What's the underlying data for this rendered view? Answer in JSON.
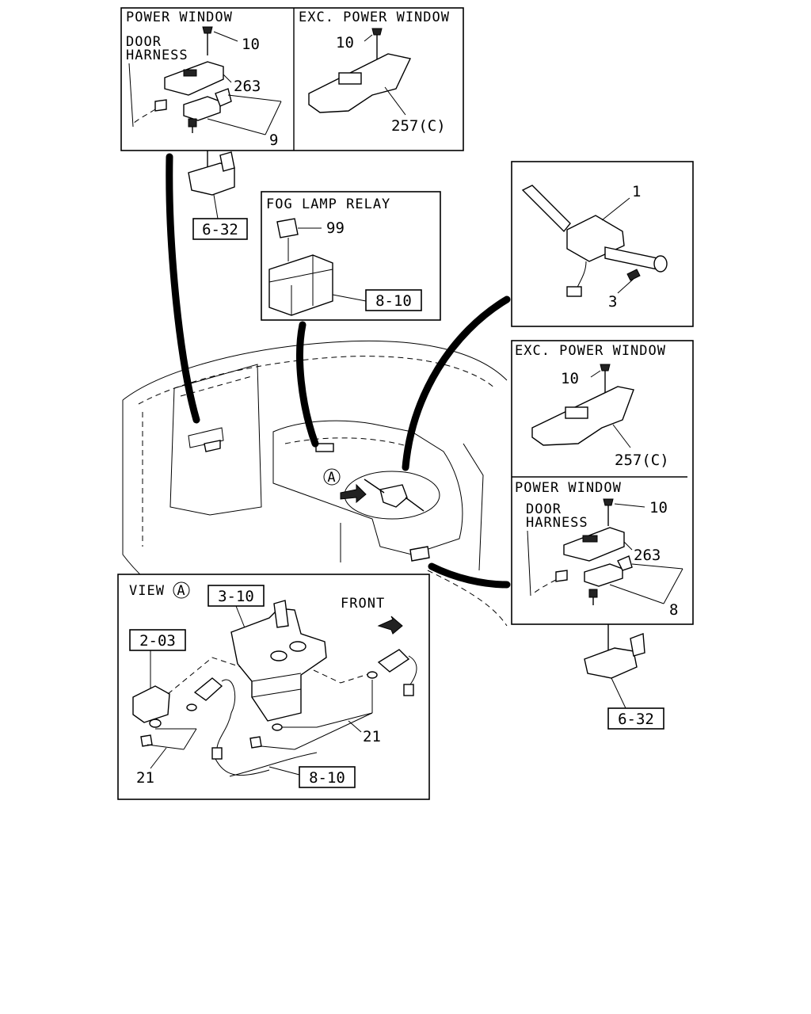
{
  "panels": {
    "top_left": {
      "left_title": "POWER WINDOW",
      "door_label_1": "DOOR",
      "door_label_2": "HARNESS",
      "callout_screw": "10",
      "callout_switch": "263",
      "callout_bracket": "9",
      "right_title": "EXC. POWER WINDOW",
      "right_callout_screw": "10",
      "right_callout_switch": "257(C)"
    },
    "fog_lamp": {
      "title": "FOG LAMP RELAY",
      "callout_relay": "99",
      "ref_box": "8-10"
    },
    "combo_switch": {
      "callout_switch": "1",
      "callout_screw": "3"
    },
    "right_lower": {
      "top_title": "EXC. POWER WINDOW",
      "top_callout_screw": "10",
      "top_callout_switch": "257(C)",
      "bottom_title": "POWER WINDOW",
      "door_label_1": "DOOR",
      "door_label_2": "HARNESS",
      "callout_screw": "10",
      "callout_switch": "263",
      "callout_bracket": "8"
    },
    "view_a": {
      "title": "VIEW",
      "title_marker": "A",
      "front_label": "FRONT",
      "ref_3_10": "3-10",
      "ref_2_03": "2-03",
      "ref_8_10": "8-10",
      "callout_21_right": "21",
      "callout_21_left": "21"
    }
  },
  "ref_boxes": {
    "left_6_32": "6-32",
    "right_6_32": "6-32"
  },
  "vehicle": {
    "view_marker": "A"
  }
}
